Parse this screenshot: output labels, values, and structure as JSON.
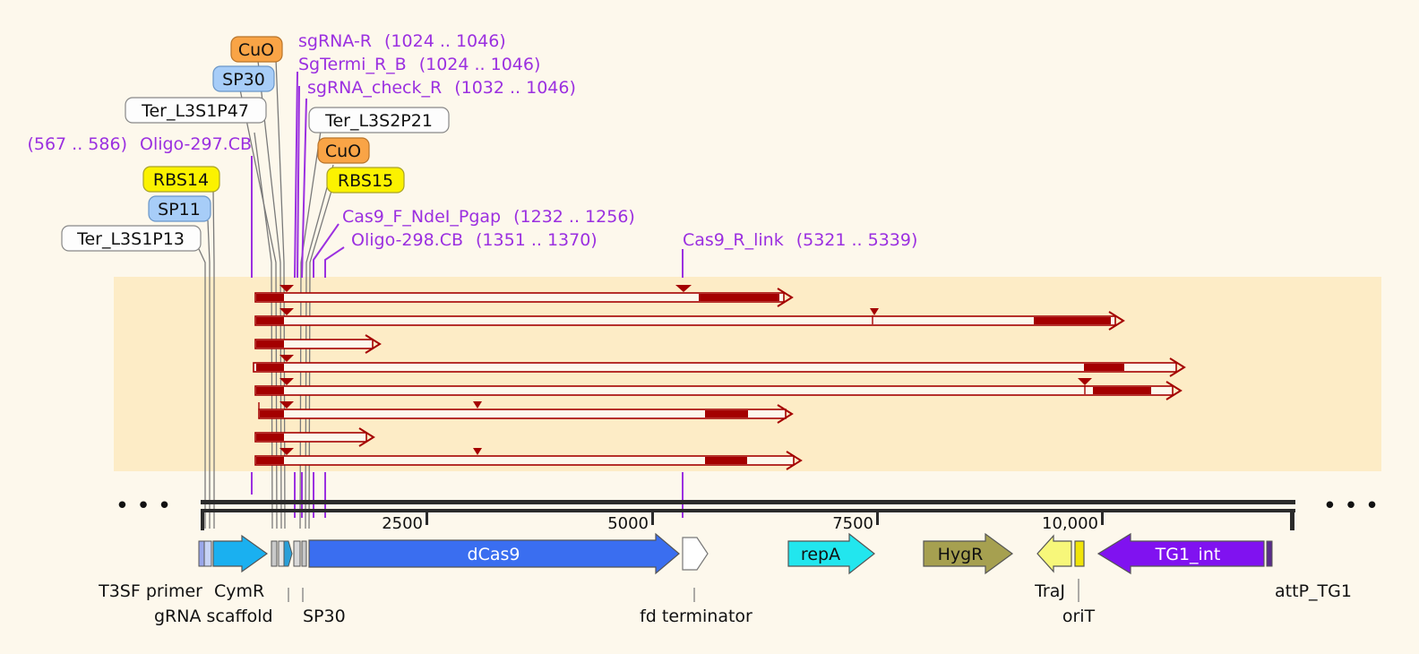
{
  "colors": {
    "background": "#fdf8ec",
    "alignment_band": "#fdecc6",
    "read": "#a40000",
    "primer": "#9b30e0",
    "backbone": "#2b2b2b"
  },
  "map": {
    "ellipsis": "• • •",
    "ticks": [
      "2500",
      "5000",
      "7500",
      "10,000"
    ]
  },
  "primers": [
    {
      "name": "sgRNA-R",
      "range": "(1024 .. 1046)"
    },
    {
      "name": "SgTermi_R_B",
      "range": "(1024 .. 1046)"
    },
    {
      "name": "sgRNA_check_R",
      "range": "(1032 .. 1046)"
    },
    {
      "name": "Oligo-297.CB",
      "range": "(567 .. 586)"
    },
    {
      "name": "Cas9_F_NdeI_Pgap",
      "range": "(1232 .. 1256)"
    },
    {
      "name": "Oligo-298.CB",
      "range": "(1351 .. 1370)"
    },
    {
      "name": "Cas9_R_link",
      "range": "(5321 .. 5339)"
    }
  ],
  "upper_features": [
    {
      "name": "CuO",
      "type": "operator"
    },
    {
      "name": "SP30",
      "type": "promoter"
    },
    {
      "name": "Ter_L3S1P47",
      "type": "terminator"
    },
    {
      "name": "Ter_L3S2P21",
      "type": "terminator"
    },
    {
      "name": "CuO",
      "type": "operator"
    },
    {
      "name": "RBS14",
      "type": "rbs"
    },
    {
      "name": "RBS15",
      "type": "rbs"
    },
    {
      "name": "SP11",
      "type": "promoter"
    },
    {
      "name": "Ter_L3S1P13",
      "type": "terminator"
    }
  ],
  "features": [
    {
      "name": "dCas9",
      "color": "#3a6ef0"
    },
    {
      "name": "repA",
      "color": "#22e6ee"
    },
    {
      "name": "HygR",
      "color": "#a6a050"
    },
    {
      "name": "TG1_int",
      "color": "#8012f0"
    }
  ],
  "lower_labels": [
    {
      "name": "T3SF primer"
    },
    {
      "name": "CymR"
    },
    {
      "name": "gRNA scaffold"
    },
    {
      "name": "SP30"
    },
    {
      "name": "fd terminator"
    },
    {
      "name": "TraJ"
    },
    {
      "name": "oriT"
    },
    {
      "name": "attP_TG1"
    }
  ]
}
